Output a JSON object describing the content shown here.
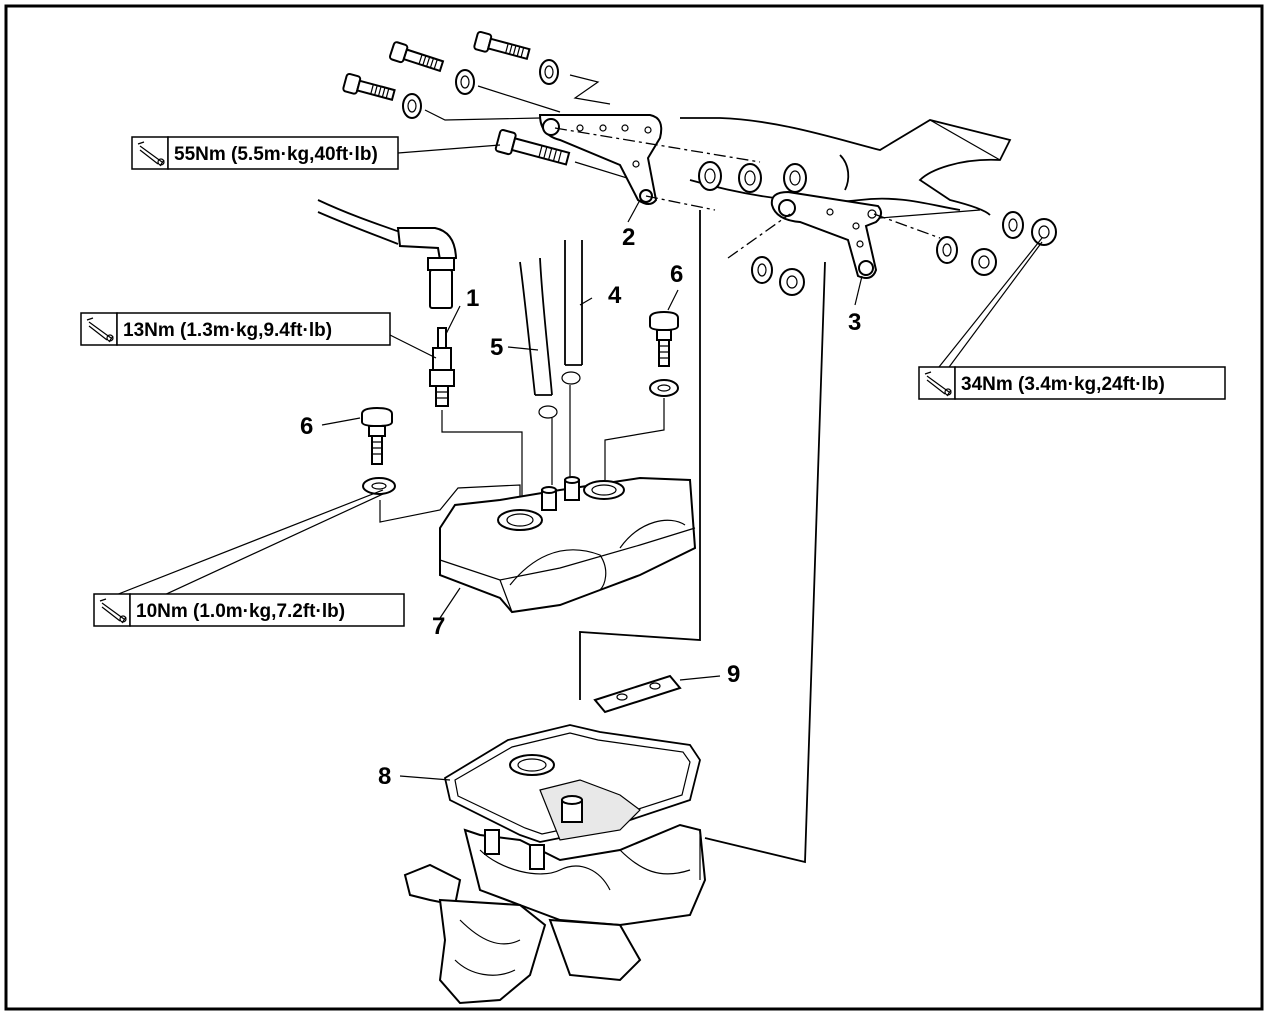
{
  "callouts": [
    {
      "id": "1",
      "label": "1"
    },
    {
      "id": "2",
      "label": "2"
    },
    {
      "id": "3",
      "label": "3"
    },
    {
      "id": "4",
      "label": "4"
    },
    {
      "id": "5",
      "label": "5"
    },
    {
      "id": "6a",
      "label": "6"
    },
    {
      "id": "6b",
      "label": "6"
    },
    {
      "id": "7",
      "label": "7"
    },
    {
      "id": "8",
      "label": "8"
    },
    {
      "id": "9",
      "label": "9"
    }
  ],
  "torque_specs": [
    {
      "id": "t55",
      "text": "55Nm (5.5m·kg,40ft·lb)"
    },
    {
      "id": "t13",
      "text": "13Nm (1.3m·kg,9.4ft·lb)"
    },
    {
      "id": "t34",
      "text": "34Nm (3.4m·kg,24ft·lb)"
    },
    {
      "id": "t10",
      "text": "10Nm (1.0m·kg,7.2ft·lb)"
    }
  ],
  "icons": {
    "torque": "torque-wrench-icon"
  }
}
